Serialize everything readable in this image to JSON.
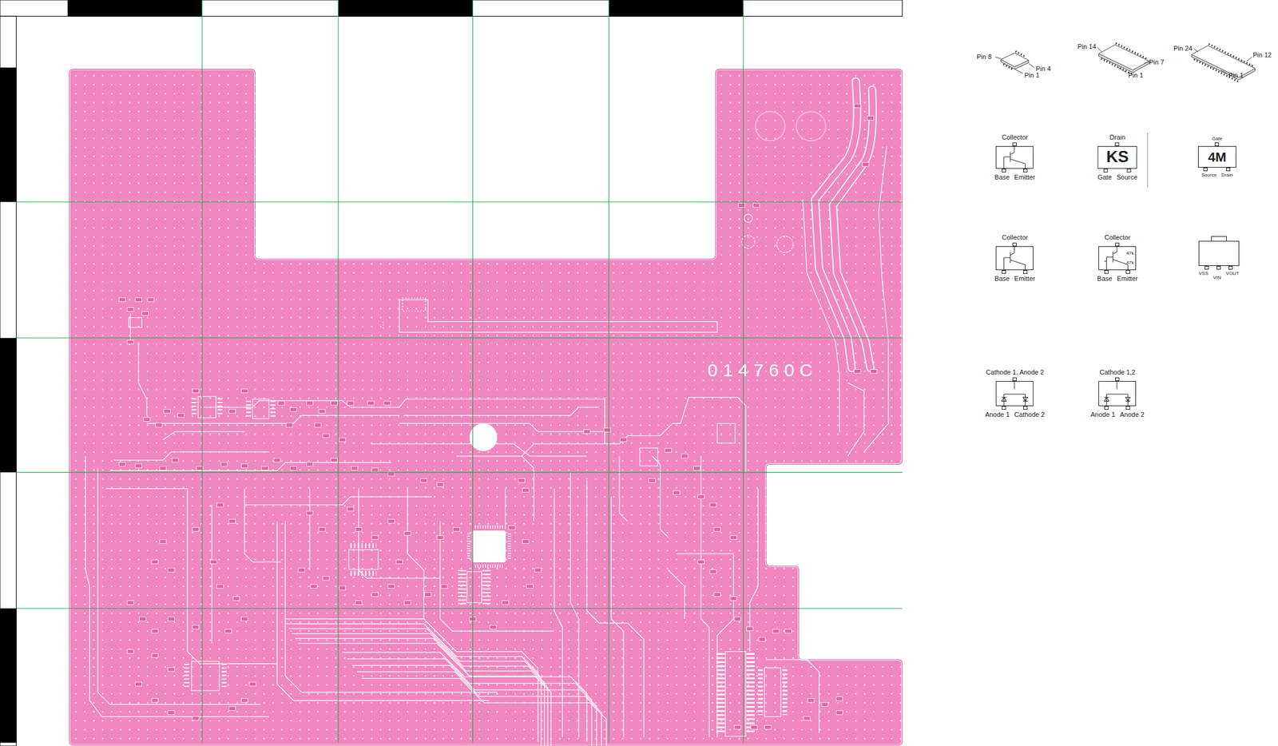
{
  "diagram": {
    "nodes": [
      {
        "text": [
          "Collector",
          "Base",
          "Emitter"
        ]
      },
      {
        "text": [
          "Drain",
          "KS",
          "Gate",
          "Source"
        ]
      },
      {
        "text": [
          "Gate",
          "4M",
          "Source",
          "Drain"
        ]
      },
      {
        "text": [
          "Collector",
          "Base",
          "Emitter"
        ]
      },
      {
        "text": [
          "Collector",
          "47k",
          "47k",
          "Base",
          "Emitter"
        ]
      },
      {
        "text": [
          "VSS",
          "VIN",
          "VOUT"
        ]
      },
      {
        "text": [
          "Cathode 1, Anode 2",
          "Anode 1",
          "Cathode 2"
        ]
      },
      {
        "text": [
          "Cathode 1,2",
          "Anode 1",
          "Anode 2"
        ]
      }
    ],
    "labels": [
      "Pin 8",
      "Pin 4",
      "Pin 1",
      "Pin 14",
      "Pin 7",
      "Pin 1",
      "Pin 24",
      "Pin 12",
      "Pin 1",
      "014760C"
    ]
  }
}
